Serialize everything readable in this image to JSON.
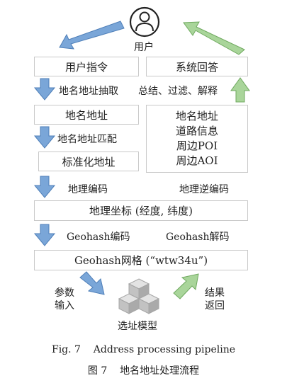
{
  "top": {
    "user_label": "用户"
  },
  "row1": {
    "left": "用户指令",
    "right": "系统回答"
  },
  "arrows": {
    "extract": "地名地址抽取",
    "summarize": "总结、过滤、解释",
    "match": "地名地址匹配",
    "geocode": "地理编码",
    "reverse_geocode": "地理逆编码",
    "geohash_encode": "Geohash编码",
    "geohash_decode": "Geohash解码",
    "param_input": [
      "参数",
      "输入"
    ],
    "result_return": [
      "结果",
      "返回"
    ]
  },
  "boxes": {
    "address": "地名地址",
    "standard_address": "标准化地址",
    "info": [
      "地名地址",
      "道路信息",
      "周边POI",
      "周边AOI"
    ],
    "coords": "地理坐标 (经度, 纬度)",
    "geohash_grid": "Geohash网格 (“wtw34u”)"
  },
  "model_label": "选址模型",
  "captions": {
    "en": "Fig. 7    Address processing pipeline",
    "zh": "图 7    地名地址处理流程"
  },
  "colors": {
    "blue_fill": "#7aa6d8",
    "blue_stroke": "#4f7fb8",
    "green_fill": "#a9d59a",
    "green_stroke": "#6fa95f",
    "cube_fill": "#c8c8c8",
    "box_border": "#c9c9c9"
  }
}
